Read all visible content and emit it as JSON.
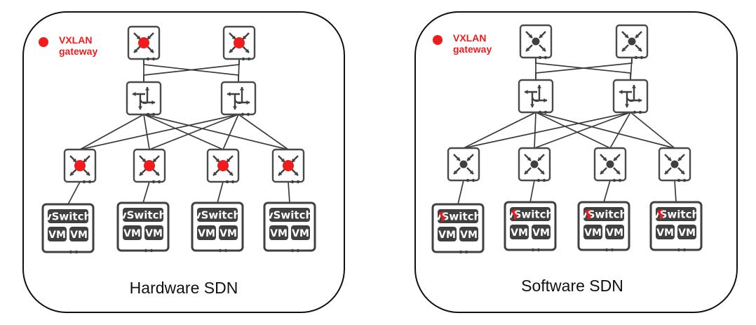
{
  "diagram": {
    "colors": {
      "gateway": "#ee1c1c",
      "device": "#404040",
      "panel_border": "#111111"
    },
    "panels": [
      {
        "id": "hardware",
        "title": "Hardware SDN",
        "legend": {
          "icon": "red-dot-icon",
          "line1": "VXLAN",
          "line2": "gateway"
        },
        "gateway_location": "hardware-switches",
        "layers": {
          "core": {
            "count": 2,
            "icon": "switch-converge-icon",
            "gateway": true
          },
          "aggregation": {
            "count": 2,
            "icon": "router-routing-icon"
          },
          "access": {
            "count": 4,
            "icon": "switch-converge-icon",
            "gateway": true
          },
          "servers": {
            "count": 4,
            "vswitch_label": "vSwitch",
            "vm_labels": [
              "VM",
              "VM"
            ],
            "gateway": false
          }
        }
      },
      {
        "id": "software",
        "title": "Software SDN",
        "legend": {
          "icon": "red-dot-icon",
          "line1": "VXLAN",
          "line2": "gateway"
        },
        "gateway_location": "vswitch",
        "layers": {
          "core": {
            "count": 2,
            "icon": "switch-converge-icon",
            "gateway": false
          },
          "aggregation": {
            "count": 2,
            "icon": "router-routing-icon"
          },
          "access": {
            "count": 4,
            "icon": "switch-converge-icon",
            "gateway": false
          },
          "servers": {
            "count": 4,
            "vswitch_label": "vSwitch",
            "vm_labels": [
              "VM",
              "VM"
            ],
            "gateway": true
          }
        }
      }
    ]
  }
}
